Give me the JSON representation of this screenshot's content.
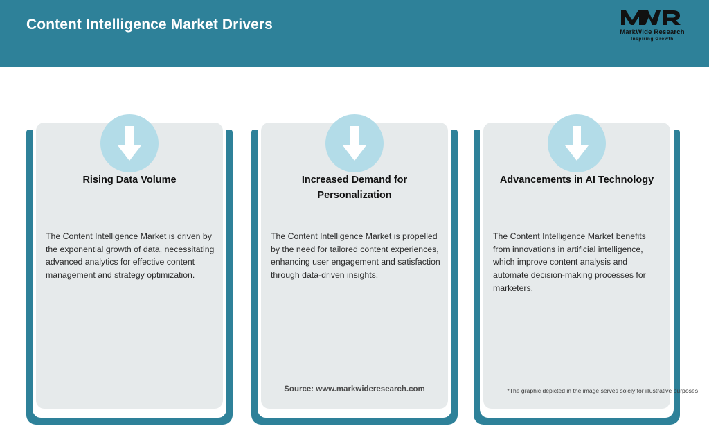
{
  "header": {
    "title": "Content Intelligence Market Drivers",
    "background_color": "#2e8199",
    "title_color": "#ffffff"
  },
  "logo": {
    "mark": "MWR",
    "name": "MarkWide Research",
    "tagline": "Inspiring Growth",
    "icon": "mwr-logo-icon"
  },
  "theme": {
    "accent_teal": "#2e8199",
    "card_background": "#e6eaeb",
    "icon_circle": "#b3dce8",
    "arrow_color": "#ffffff",
    "page_background": "#ffffff"
  },
  "cards": [
    {
      "icon": "arrow-down-icon",
      "title": "Rising Data Volume",
      "body": "The Content Intelligence Market is driven by the exponential growth of data, necessitating advanced analytics for effective content management and strategy optimization."
    },
    {
      "icon": "arrow-down-icon",
      "title": "Increased Demand for Personalization",
      "body": "The Content Intelligence Market is propelled by the need for tailored content experiences, enhancing user engagement and satisfaction through data-driven insights."
    },
    {
      "icon": "arrow-down-icon",
      "title": "Advancements in AI Technology",
      "body": "The Content Intelligence Market benefits from innovations in artificial intelligence, which improve content analysis and automate decision-making processes for marketers."
    }
  ],
  "footer": {
    "source": "Source: www.markwideresearch.com",
    "disclaimer": "*The graphic depicted in the image serves solely for illustrative purposes"
  }
}
